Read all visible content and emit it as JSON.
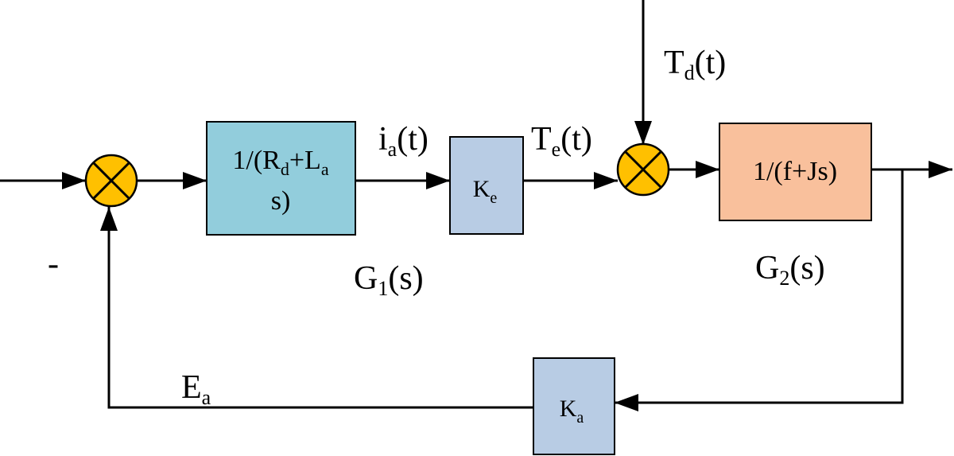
{
  "colors": {
    "summing_junction": "#ffc000",
    "block_g1": "#92cddc",
    "block_gain": "#b8cce4",
    "block_g2": "#f9c09c",
    "lines": "#000000"
  },
  "blocks": {
    "g1": {
      "line1_main": "1/(R",
      "line1_sub1": "d",
      "line1_mid": "+L",
      "line1_sub2": "a",
      "line2": "s)"
    },
    "ke": {
      "main": "K",
      "sub": "e"
    },
    "g2": {
      "text": "1/(f+Js)"
    },
    "ka": {
      "main": "K",
      "sub": "a"
    }
  },
  "signals": {
    "ia": {
      "main": "i",
      "sub": "a",
      "rest": "(t)"
    },
    "te": {
      "main": "T",
      "sub": "e",
      "rest": "(t)"
    },
    "td": {
      "main": "T",
      "sub": "d",
      "rest": "(t)"
    },
    "ea": {
      "main": "E",
      "sub": "a"
    }
  },
  "labels": {
    "g1s": {
      "main": "G",
      "sub": "1",
      "rest": "(s)"
    },
    "g2s": {
      "main": "G",
      "sub": "2",
      "rest": "(s)"
    },
    "minus": "-"
  }
}
